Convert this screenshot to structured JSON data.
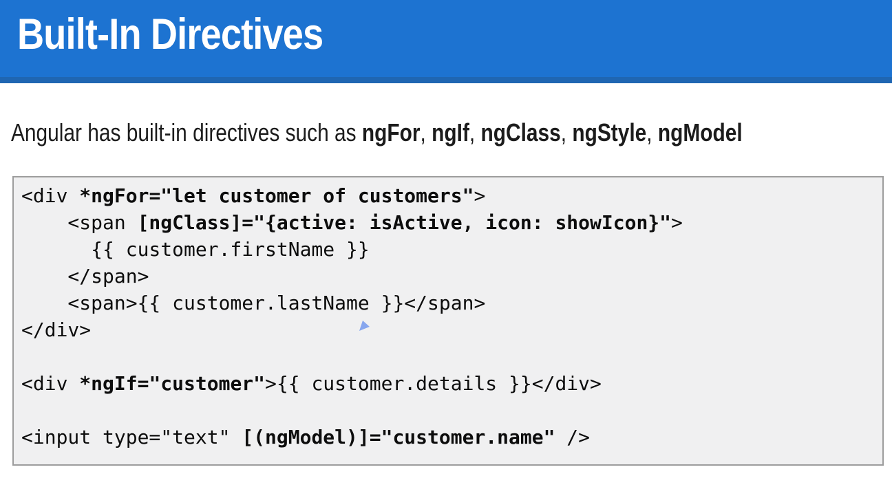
{
  "header": {
    "title": "Built-In Directives",
    "bg_color": "#1d73d1",
    "stripe_color": "#1f66b2",
    "title_color": "#ffffff"
  },
  "intro": {
    "full_text": "Angular has built-in directives such as ngFor, ngIf, ngClass, ngStyle, ngModel",
    "segments": [
      {
        "text": "Angular has built-in directives such as ",
        "bold": false
      },
      {
        "text": "ngFor",
        "bold": true
      },
      {
        "text": ", ",
        "bold": false
      },
      {
        "text": "ngIf",
        "bold": true
      },
      {
        "text": ", ",
        "bold": false
      },
      {
        "text": "ngClass",
        "bold": true
      },
      {
        "text": ", ",
        "bold": false
      },
      {
        "text": "ngStyle",
        "bold": true
      },
      {
        "text": ", ",
        "bold": false
      },
      {
        "text": "ngModel",
        "bold": true
      }
    ]
  },
  "code_block": {
    "bg_color": "#f0f0f1",
    "border_color": "#9d9d9d",
    "lines": [
      {
        "segments": [
          {
            "text": "<div ",
            "bold": false
          },
          {
            "text": "*ngFor=\"let customer of customers\"",
            "bold": true
          },
          {
            "text": ">",
            "bold": false
          }
        ]
      },
      {
        "segments": [
          {
            "text": "    <span ",
            "bold": false
          },
          {
            "text": "[ngClass]=\"{active: isActive, icon: showIcon}\"",
            "bold": true
          },
          {
            "text": ">",
            "bold": false
          }
        ]
      },
      {
        "segments": [
          {
            "text": "      {{ customer.firstName }}",
            "bold": false
          }
        ]
      },
      {
        "segments": [
          {
            "text": "    </span>",
            "bold": false
          }
        ]
      },
      {
        "segments": [
          {
            "text": "    <span>{{ customer.lastName }}</span>",
            "bold": false
          }
        ]
      },
      {
        "segments": [
          {
            "text": "</div>",
            "bold": false
          }
        ]
      },
      {
        "segments": []
      },
      {
        "segments": [
          {
            "text": "<div ",
            "bold": false
          },
          {
            "text": "*ngIf=\"customer\"",
            "bold": true
          },
          {
            "text": ">{{ customer.details }}</div>",
            "bold": false
          }
        ]
      },
      {
        "segments": []
      },
      {
        "segments": [
          {
            "text": "<input type=\"text\" ",
            "bold": false
          },
          {
            "text": "[(ngModel)]=\"customer.name\"",
            "bold": true
          },
          {
            "text": " />",
            "bold": false
          }
        ]
      }
    ]
  },
  "cursor": {
    "color": "#87a6ee"
  }
}
